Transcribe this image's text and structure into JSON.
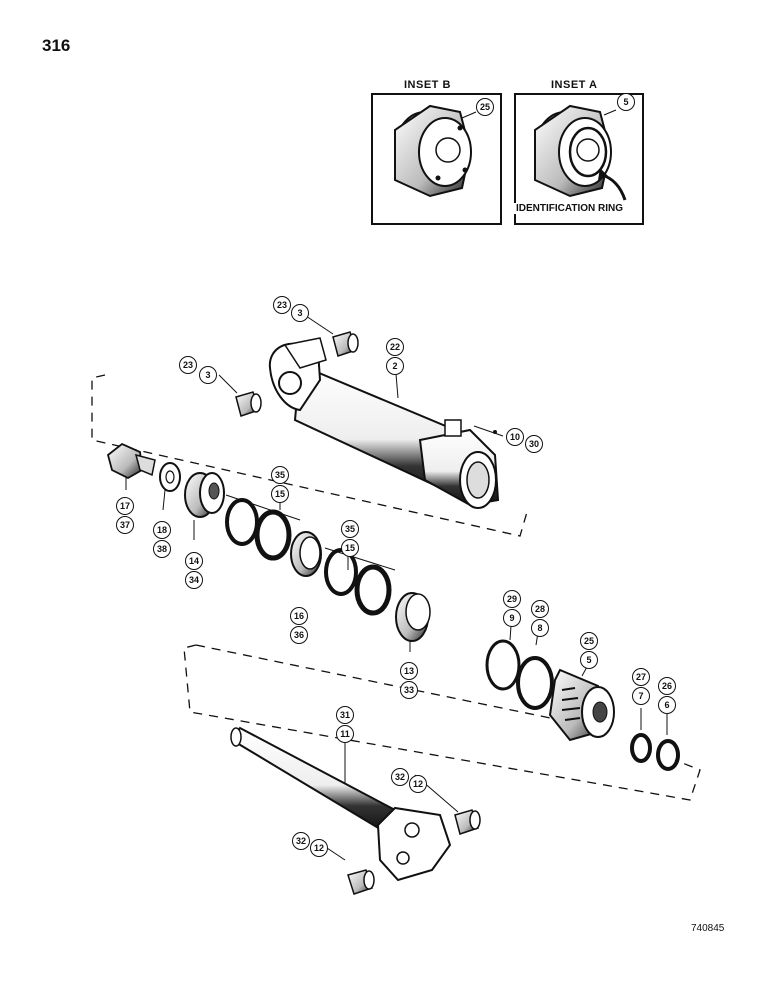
{
  "page_number": "316",
  "insets": {
    "inset_b": {
      "title": "INSET B",
      "callout": "25"
    },
    "inset_a": {
      "title": "INSET A",
      "callout": "5",
      "note": "IDENTIFICATION RING"
    }
  },
  "callouts": {
    "c23a": "23",
    "c3a": "3",
    "c23b": "23",
    "c3b": "3",
    "c22": "22",
    "c2": "2",
    "c10": "10",
    "c30": "30",
    "c17": "17",
    "c37": "37",
    "c18": "18",
    "c38": "38",
    "c14": "14",
    "c34": "34",
    "c35a": "35",
    "c15a": "15",
    "c35b": "35",
    "c15b": "15",
    "c16": "16",
    "c36": "36",
    "c13": "13",
    "c33": "33",
    "c29": "29",
    "c9": "9",
    "c28": "28",
    "c8": "8",
    "c25": "25",
    "c5": "5",
    "c27": "27",
    "c7": "7",
    "c26": "26",
    "c6": "6",
    "c31": "31",
    "c11": "11",
    "c32a": "32",
    "c12a": "12",
    "c32b": "32",
    "c12b": "12"
  },
  "drawing_number": "740845"
}
